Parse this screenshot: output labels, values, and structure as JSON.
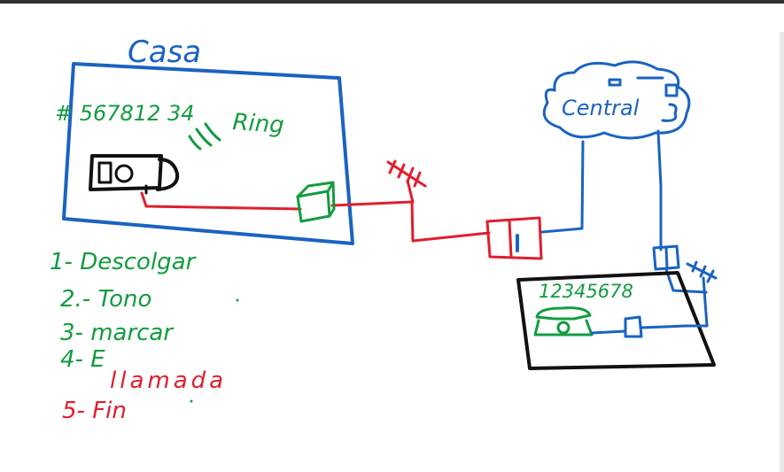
{
  "colors": {
    "blue": "#1a63c0",
    "green": "#129c3f",
    "red": "#e01e2d",
    "black": "#111111",
    "topbar": "#303030"
  },
  "labels": {
    "house_title": "Casa",
    "phone_number": "# 567812 34",
    "ring": "Ring",
    "central": "Central",
    "remote_number": "12345678"
  },
  "steps": [
    "1- Descolgar",
    "2.- Tono",
    "3- marcar",
    "4- E",
    "llamada",
    "5- Fin"
  ]
}
